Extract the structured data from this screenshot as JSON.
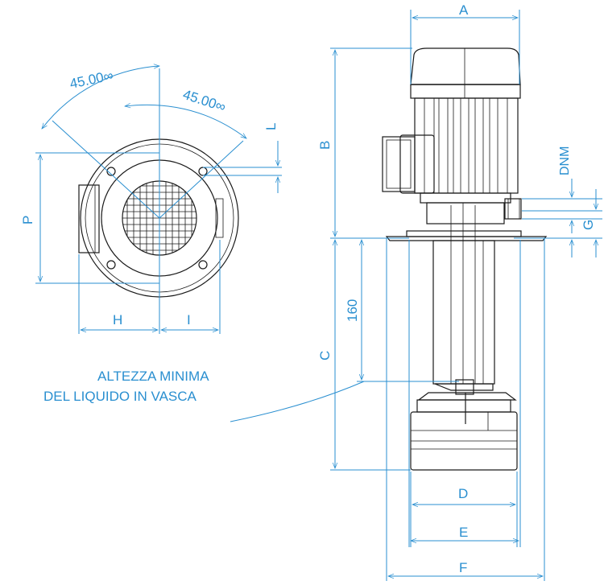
{
  "labels": {
    "A": "A",
    "B": "B",
    "C": "C",
    "D": "D",
    "E": "E",
    "F": "F",
    "G": "G",
    "H": "H",
    "I": "I",
    "L": "L",
    "P": "P",
    "DNM": "DNM",
    "dim_160": "160",
    "angle_outer": "45.00∞",
    "angle_inner": "45.00∞"
  },
  "note": {
    "line1": "ALTEZZA MINIMA",
    "line2": "DEL LIQUIDO IN VASCA"
  },
  "colors": {
    "dimension": "#2a8fd0",
    "outline": "#1a1a1a"
  }
}
